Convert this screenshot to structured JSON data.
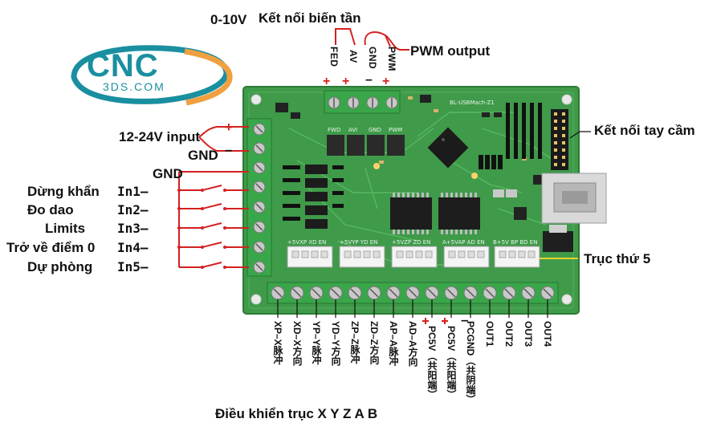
{
  "logo": {
    "main": "CNC",
    "sub": "3DS.COM"
  },
  "top": {
    "speed_range": "0-10V",
    "vfd_title": "Kết nối biến tần",
    "pwm_output": "PWM output",
    "pins": [
      "FED",
      "AV",
      "GND",
      "PWM"
    ],
    "signs": [
      "+",
      "+",
      "–",
      "+"
    ]
  },
  "left": {
    "power_input": "12-24V input",
    "gnd_power": "GND",
    "gnd_inputs": "GND",
    "plus": "+",
    "minus": "–",
    "inputs": [
      {
        "name": "Dừng khẩn",
        "pin": "In1–"
      },
      {
        "name": "Đo dao",
        "pin": "In2–"
      },
      {
        "name": "Limits",
        "pin": "In3–"
      },
      {
        "name": "Trở về điểm 0",
        "pin": "In4–"
      },
      {
        "name": "Dự phòng",
        "pin": "In5–"
      }
    ]
  },
  "right": {
    "handwheel": "Kết nối tay cầm",
    "axis5": "Trục thứ 5"
  },
  "bottom": {
    "terminals": [
      "XP–X脉冲",
      "XD–X方向",
      "YP–Y脉冲",
      "YD–Y方向",
      "ZP–Z脉冲",
      "ZD–Z方向",
      "AP–A脉冲",
      "AD–A方向",
      "PC5V（共阳端）",
      "PC5V（共阳端）",
      "PCGND（共阴端）",
      "OUT1",
      "OUT2",
      "OUT3",
      "OUT4"
    ],
    "axis_control": "Điều khiển trục X Y Z A B",
    "pc5v_plus": "+",
    "pcgnd_minus": "–"
  },
  "board": {
    "model": "BL-USBMach-Z1",
    "header_labels": [
      "FWD",
      "AVI",
      "GND",
      "PWM"
    ],
    "axis_headers": [
      "+5VXP XD EN",
      "+5VYP YD EN",
      "+5VZP ZD EN",
      "A+5VAP AD EN",
      "B+5V BP BD EN"
    ]
  },
  "colors": {
    "pcb": "#3f9a4a",
    "terminal": "#3aa64a",
    "wire": "#d42020",
    "logo": "#1a8fa0",
    "logo_swoosh": "#f0a040"
  }
}
